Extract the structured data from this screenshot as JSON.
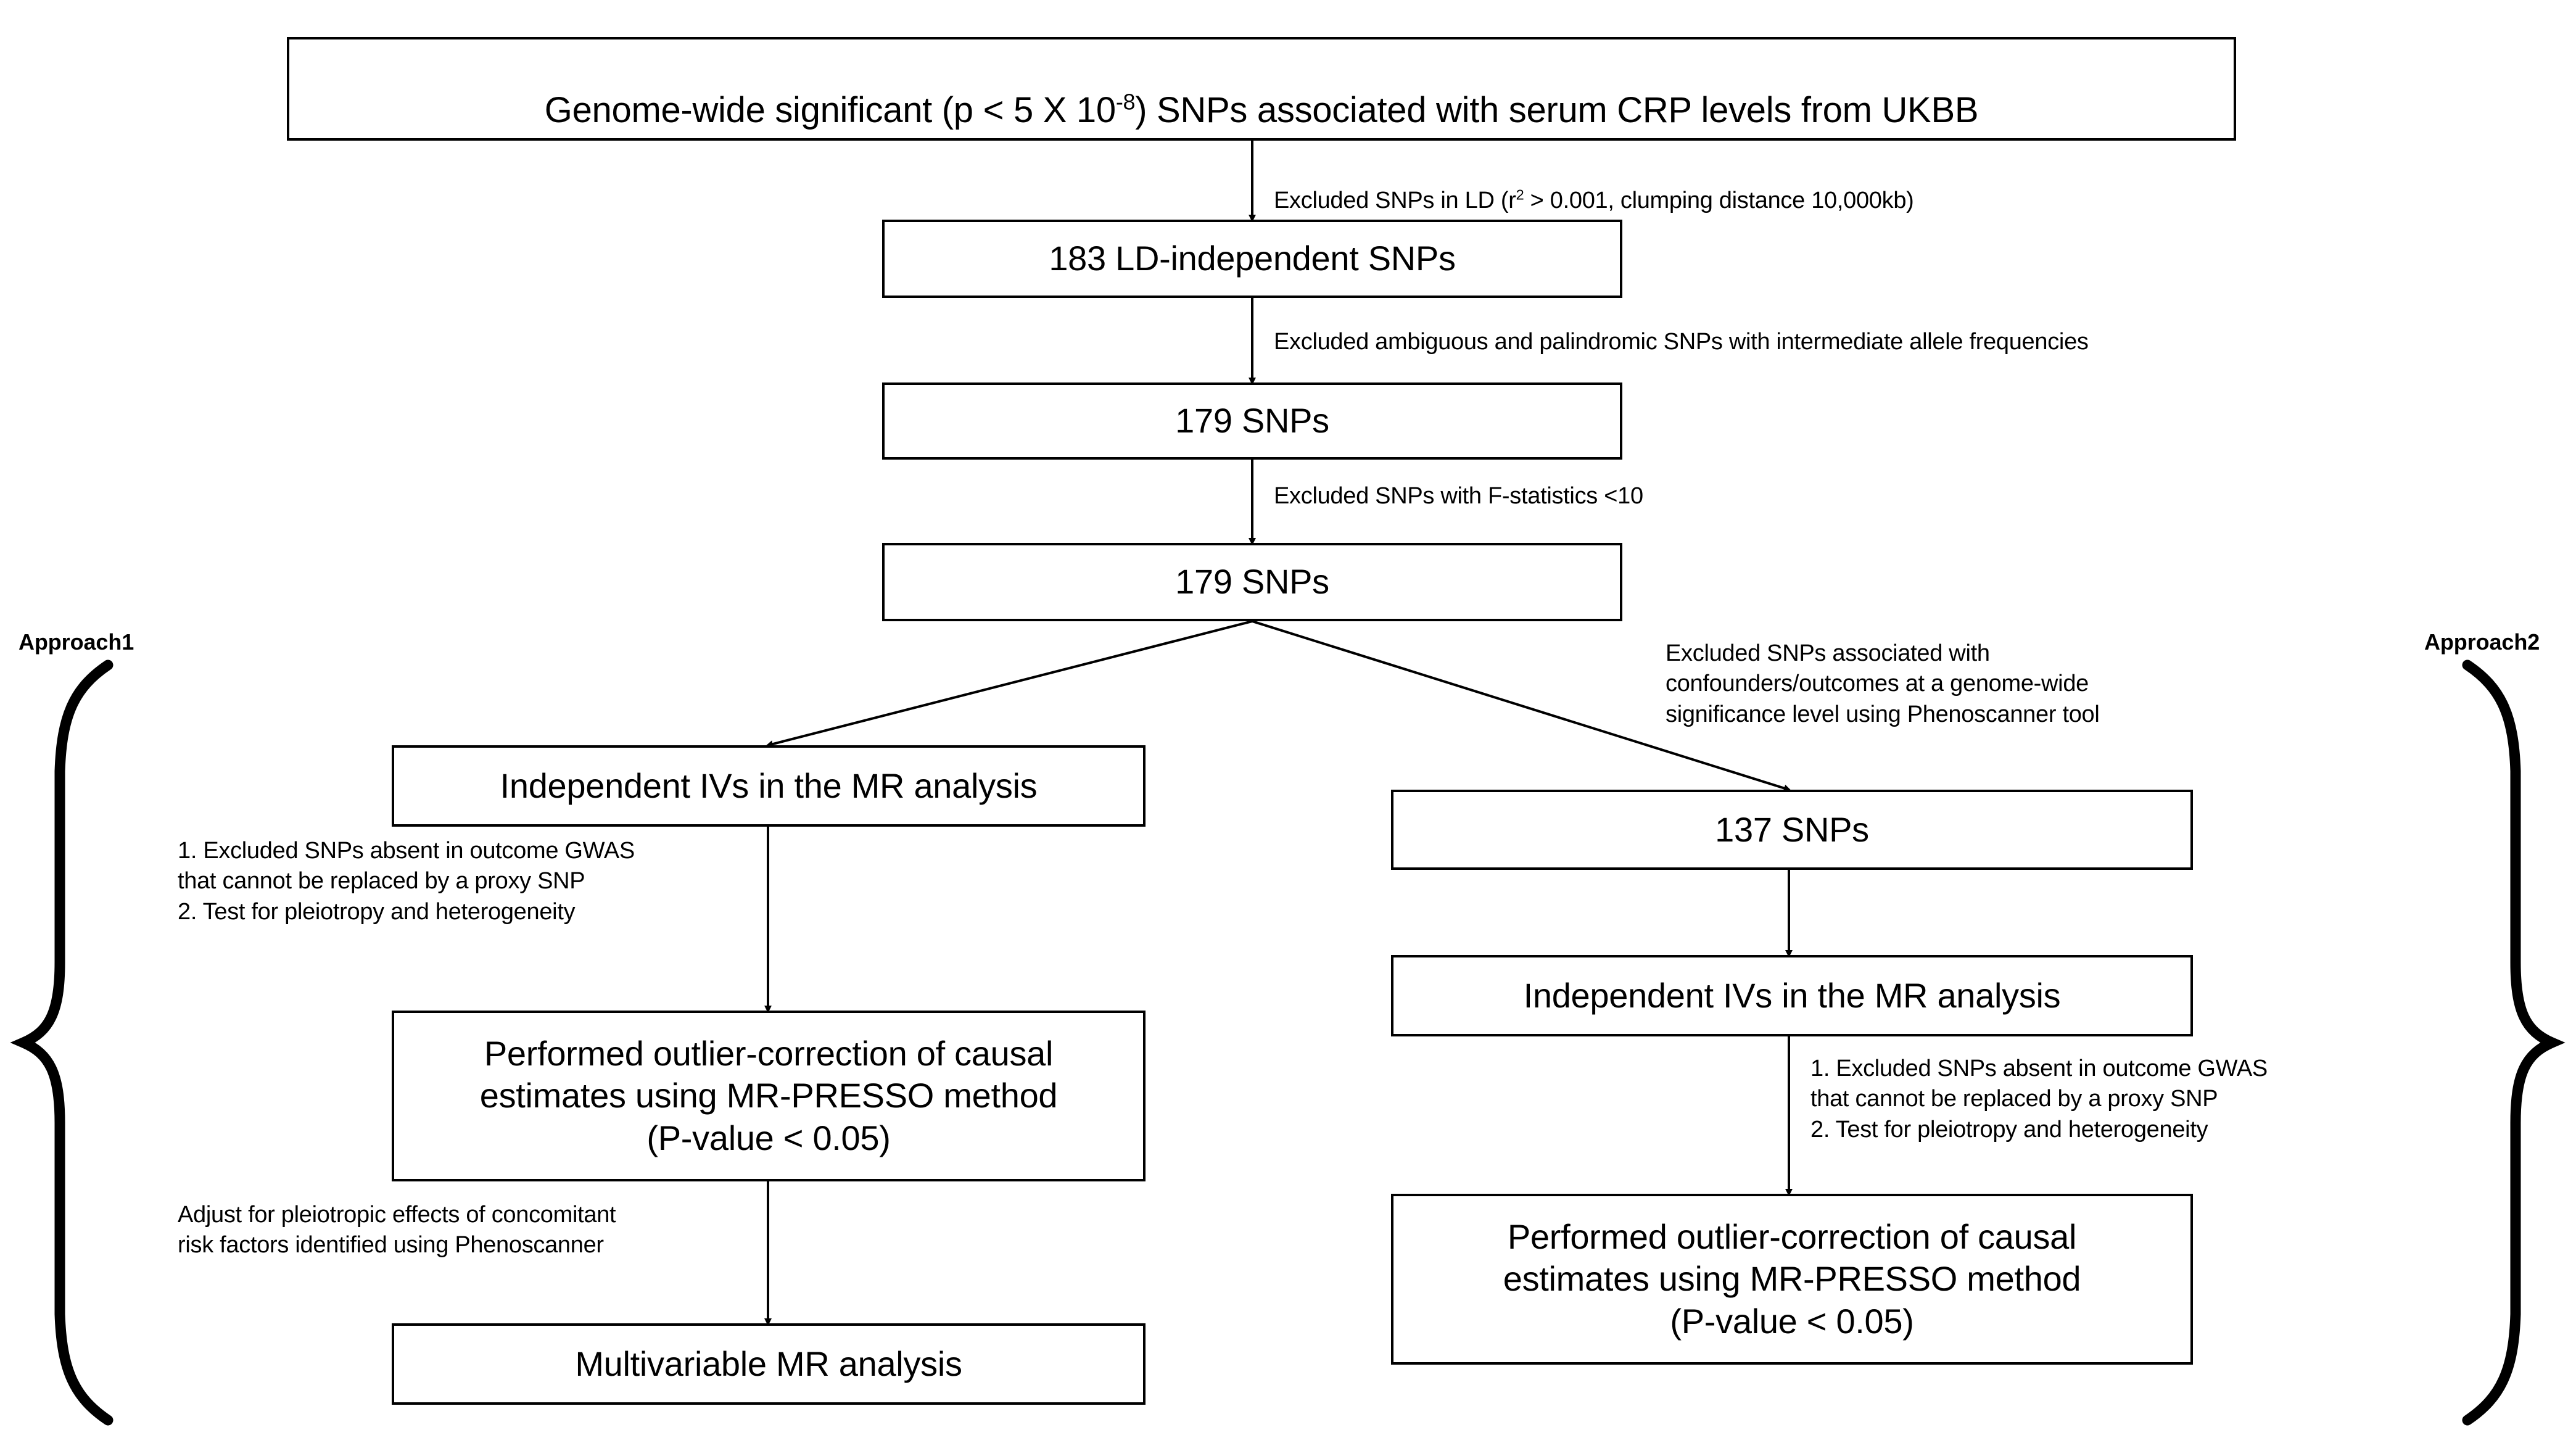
{
  "diagram": {
    "title_flow": "Mendelian Randomization SNP selection flowchart",
    "boxes": {
      "top": {
        "text_prefix": "Genome-wide significant (p < 5 X 10",
        "text_sup": "-8",
        "text_suffix": ") SNPs associated with serum CRP levels from UKBB",
        "font_size": "58"
      },
      "ld_independent": {
        "text": "183 LD-independent SNPs"
      },
      "snps_179_a": {
        "text": "179 SNPs"
      },
      "snps_179_b": {
        "text": "179 SNPs"
      },
      "left_ivs": {
        "text": "Independent IVs in the MR analysis"
      },
      "left_presso": {
        "text": "Performed outlier-correction of causal\nestimates using MR-PRESSO method\n(P-value < 0.05)"
      },
      "left_mvmr": {
        "text": "Multivariable MR analysis"
      },
      "right_137": {
        "text": "137 SNPs"
      },
      "right_ivs": {
        "text": "Independent IVs in the MR analysis"
      },
      "right_presso": {
        "text": "Performed outlier-correction of causal\nestimates using MR-PRESSO method\n(P-value < 0.05)"
      }
    },
    "notes": {
      "ld_clumping": {
        "prefix": "Excluded SNPs in LD (r",
        "sup": "2",
        "suffix": " > 0.001, clumping distance 10,000kb)"
      },
      "ambiguous": "Excluded ambiguous and palindromic SNPs with intermediate allele frequencies",
      "fstat": "Excluded SNPs with F-statistics <10",
      "phenoscanner_exclude": "Excluded SNPs associated with\nconfounders/outcomes at a genome-wide\nsignificance level using Phenoscanner tool",
      "left_steps": "1. Excluded SNPs absent in outcome GWAS\nthat cannot be replaced by a proxy SNP\n2. Test for pleiotropy and heterogeneity",
      "left_adjust": "Adjust for pleiotropic effects of concomitant\nrisk factors identified using Phenoscanner",
      "right_steps": "1. Excluded SNPs absent in outcome GWAS\nthat cannot be replaced by a proxy SNP\n2. Test for pleiotropy and heterogeneity"
    },
    "approach_labels": {
      "left": "Approach1",
      "right": "Approach2"
    },
    "colors": {
      "stroke": "#000000",
      "background": "#ffffff",
      "text": "#000000"
    }
  }
}
